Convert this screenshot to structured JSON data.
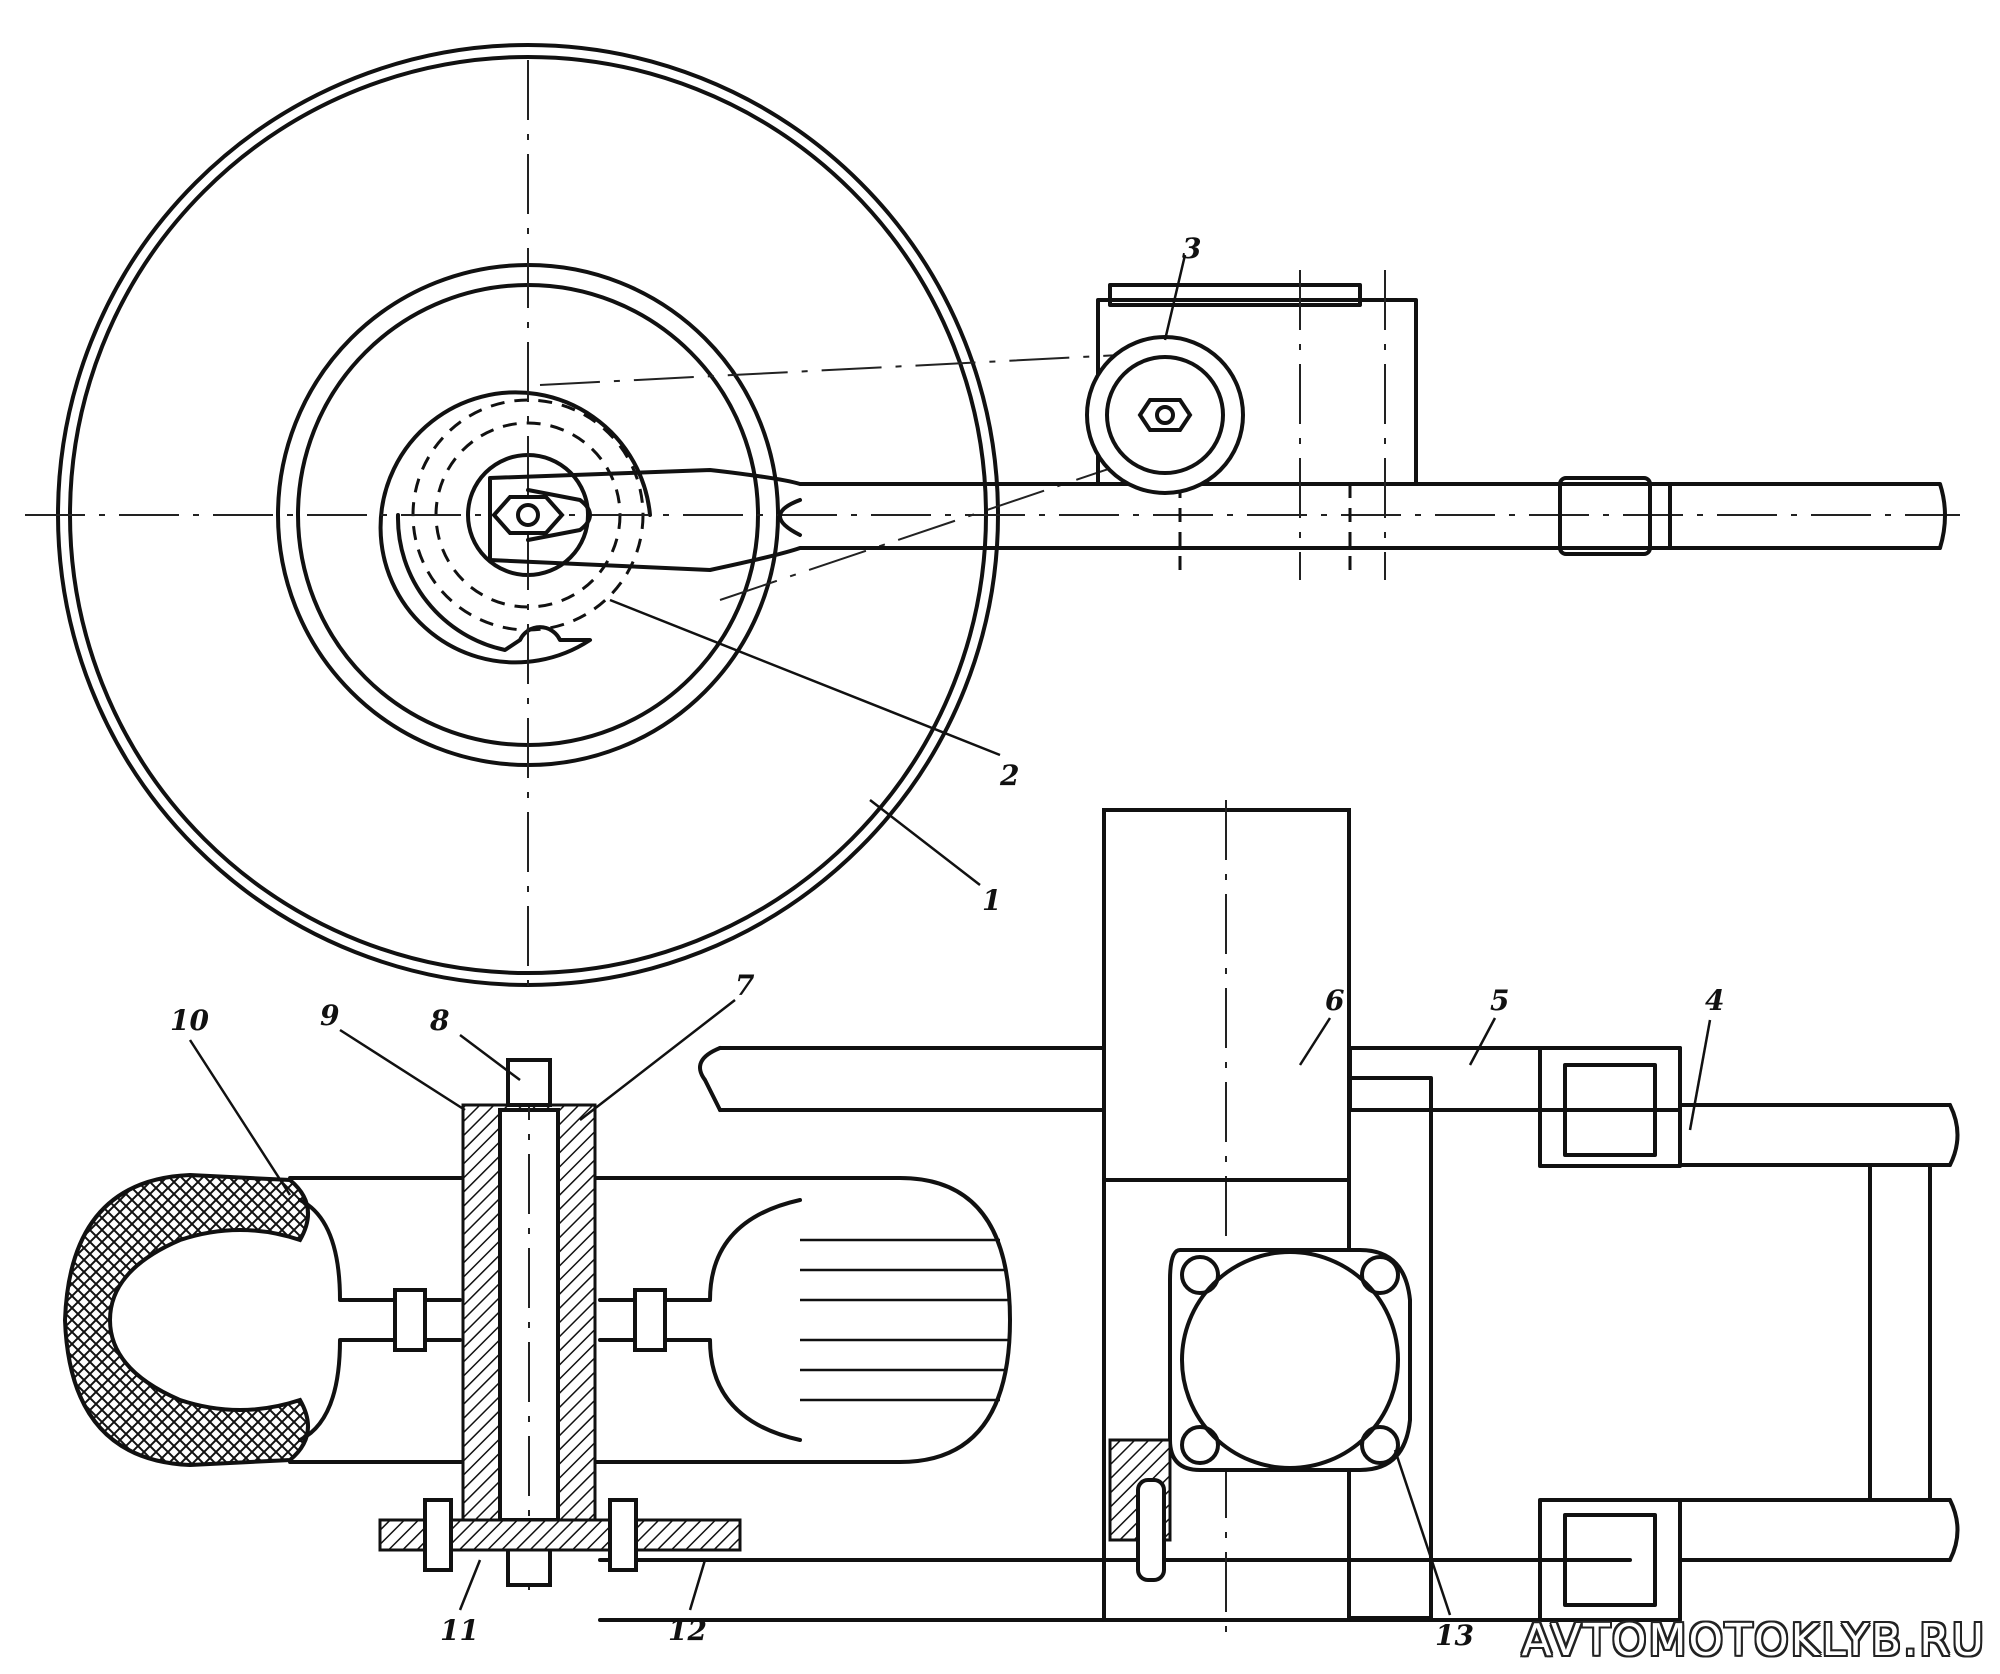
{
  "callouts": [
    "1",
    "2",
    "3",
    "4",
    "5",
    "6",
    "7",
    "8",
    "9",
    "10",
    "11",
    "12",
    "13"
  ],
  "watermark": "AVTOMOTOKLYB.RU"
}
